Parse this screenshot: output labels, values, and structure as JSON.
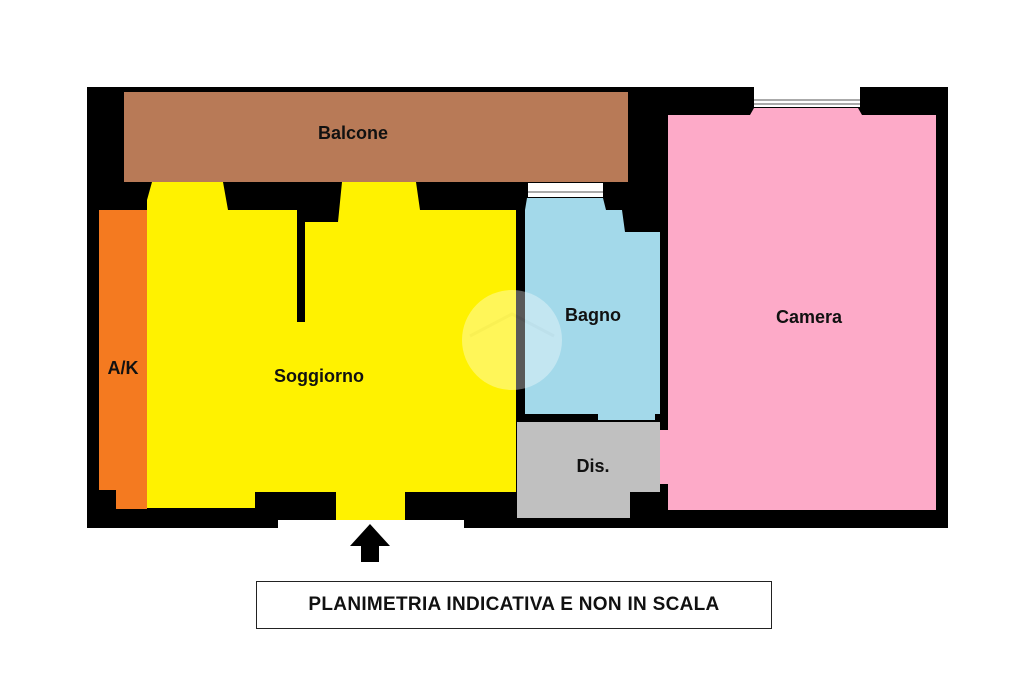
{
  "colors": {
    "wall": "#000000",
    "balcony": "#b87a57",
    "living": "#fff200",
    "kitchen": "#f47a20",
    "bathroom": "#a3d9ea",
    "bedroom": "#fdaac8",
    "hallway": "#c0c0c0",
    "window": "#ffffff"
  },
  "rooms": {
    "balcone": "Balcone",
    "kitchen": "A/K",
    "living": "Soggiorno",
    "bathroom": "Bagno",
    "hallway": "Dis.",
    "bedroom": "Camera"
  },
  "entrance": {
    "icon": "arrow-up-icon"
  },
  "note": "PLANIMETRIA INDICATIVA E NON IN SCALA"
}
